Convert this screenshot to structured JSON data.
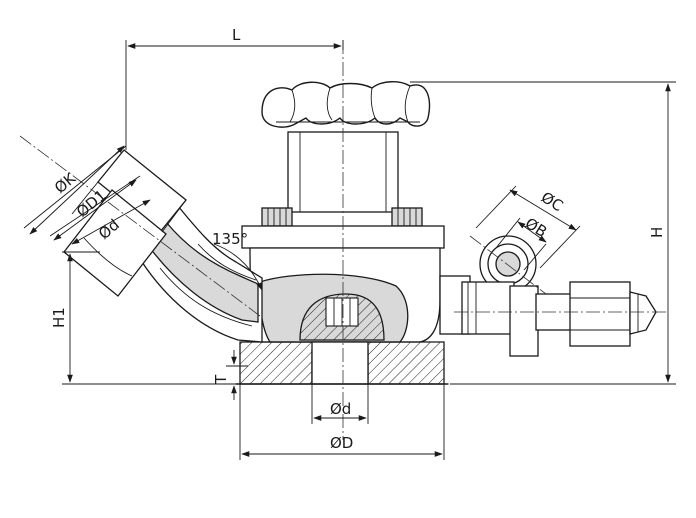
{
  "labels": {
    "L": "L",
    "H": "H",
    "H1": "H1",
    "K": "ØK",
    "D1": "ØD1",
    "d_pipe": "Ød",
    "angle": "135°",
    "C": "ØC",
    "B": "ØB",
    "T": "T",
    "d_bottom": "Ød",
    "D": "ØD"
  }
}
